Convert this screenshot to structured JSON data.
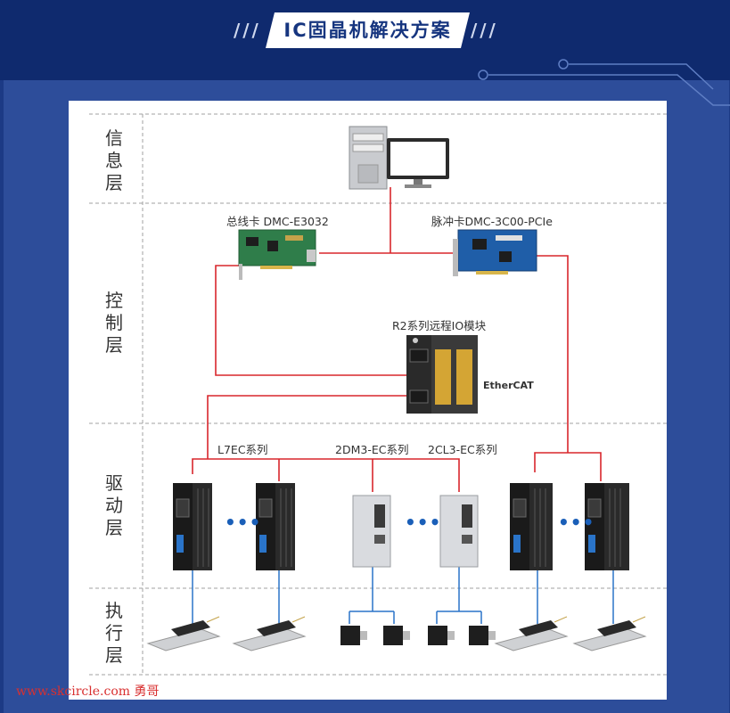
{
  "header": {
    "title": "IC固晶机解决方案"
  },
  "layers": [
    {
      "id": "info",
      "chars": [
        "信",
        "息",
        "层"
      ]
    },
    {
      "id": "control",
      "chars": [
        "控",
        "制",
        "层"
      ]
    },
    {
      "id": "drive",
      "chars": [
        "驱",
        "动",
        "层"
      ]
    },
    {
      "id": "actuator",
      "chars": [
        "执",
        "行",
        "层"
      ]
    }
  ],
  "devices": {
    "bus_card": "总线卡 DMC-E3032",
    "pulse_card": "脉冲卡DMC-3C00-PCIe",
    "remote_io": "R2系列远程IO模块",
    "ethercat": "EtherCAT"
  },
  "drive_series": {
    "l7ec": "L7EC系列",
    "dm3ec": "2DM3-EC系列",
    "cl3ec": "2CL3-EC系列"
  },
  "ellipsis": "•••",
  "watermark": "www.skcircle.com 勇哥",
  "colors": {
    "link": "#d9262c",
    "motor_cable": "#2a74c9",
    "divider": "#9a9a9a",
    "title": "#16357f"
  },
  "icons": [
    "pc-tower-icon",
    "monitor-icon",
    "bus-card-icon",
    "pulse-card-icon",
    "remote-io-module-icon",
    "servo-drive-icon",
    "stepper-drive-icon",
    "linear-motor-icon",
    "stepper-motor-icon"
  ]
}
